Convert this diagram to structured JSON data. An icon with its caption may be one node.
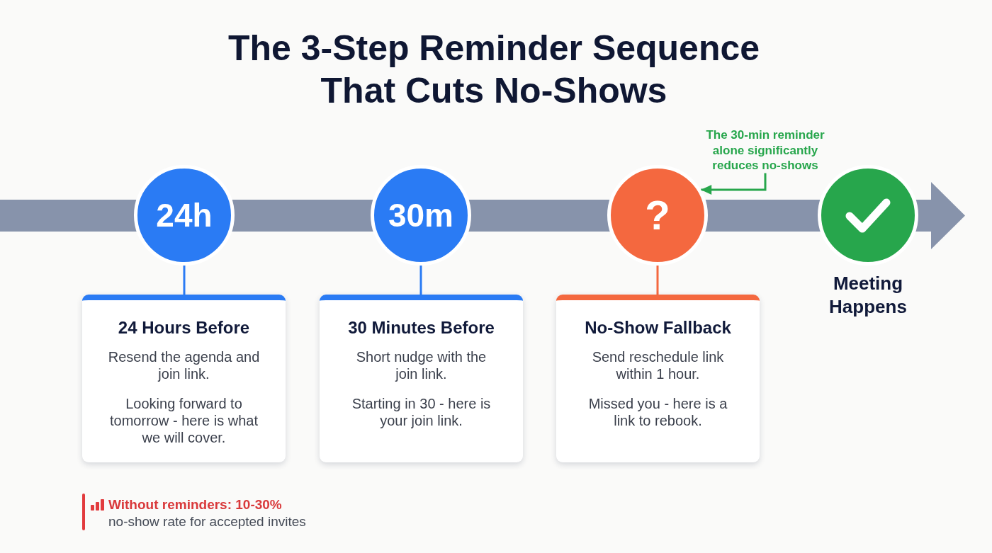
{
  "diagram": {
    "title": "The 3-Step Reminder Sequence That Cuts No-Shows",
    "nodes": [
      {
        "text": [
          "24h"
        ]
      },
      {
        "text": [
          "30m"
        ]
      },
      {
        "text": [
          "?"
        ]
      },
      {
        "text": [],
        "shape": "circle",
        "beside": [
          "Meeting Happens"
        ]
      },
      {
        "text": [
          "24 Hours Before",
          "Resend the agenda and join link.",
          "Looking forward to tomorrow - here is what we will cover."
        ]
      },
      {
        "text": [
          "30 Minutes Before",
          "Short nudge with the join link.",
          "Starting in 30 - here is your join link."
        ]
      },
      {
        "text": [
          "No-Show Fallback",
          "Send reschedule link within 1 hour.",
          "Missed you - here is a link to rebook."
        ]
      },
      {
        "text": [
          "The 30-min reminder alone significantly reduces no-shows"
        ]
      }
    ],
    "edges": [
      {
        "from": 0,
        "to": 4,
        "arrow": "none"
      },
      {
        "from": 1,
        "to": 5,
        "arrow": "none"
      },
      {
        "from": 2,
        "to": 6,
        "arrow": "none",
        "color": "#f4683f"
      },
      {
        "from": 7,
        "to": 2,
        "arrow": "to",
        "color": "#27a64c"
      }
    ],
    "labels": [
      "Without reminders: 10-30%",
      "no-show rate for accepted invites"
    ]
  }
}
